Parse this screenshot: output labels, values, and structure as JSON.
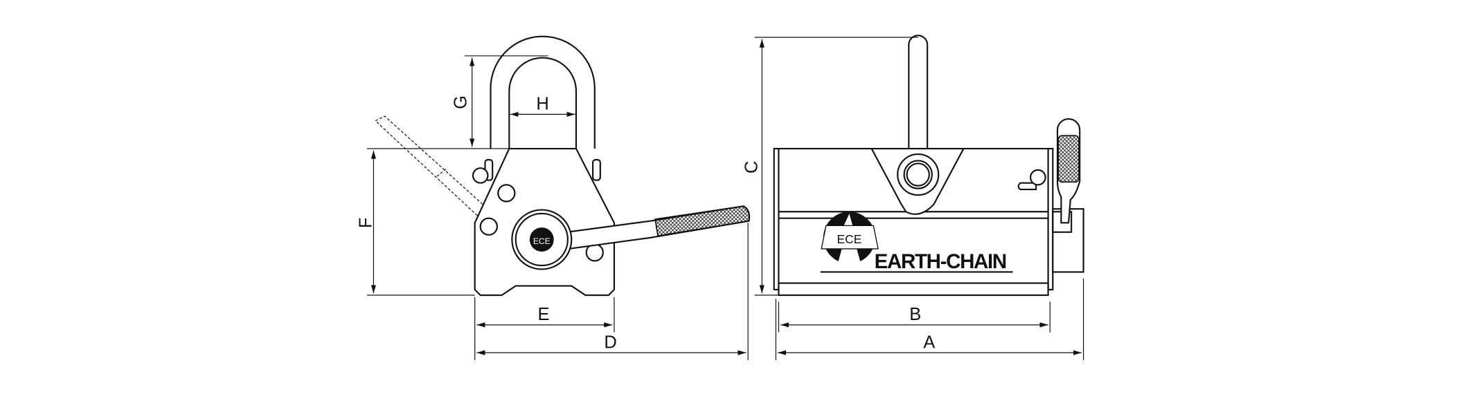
{
  "diagram": {
    "dimension_labels": {
      "A": "A",
      "B": "B",
      "C": "C",
      "D": "D",
      "E": "E",
      "F": "F",
      "G": "G",
      "H": "H"
    },
    "brand": {
      "logo_text": "ECE",
      "name": "EARTH-CHAIN"
    },
    "colors": {
      "line": "#111111",
      "background": "#ffffff"
    }
  }
}
